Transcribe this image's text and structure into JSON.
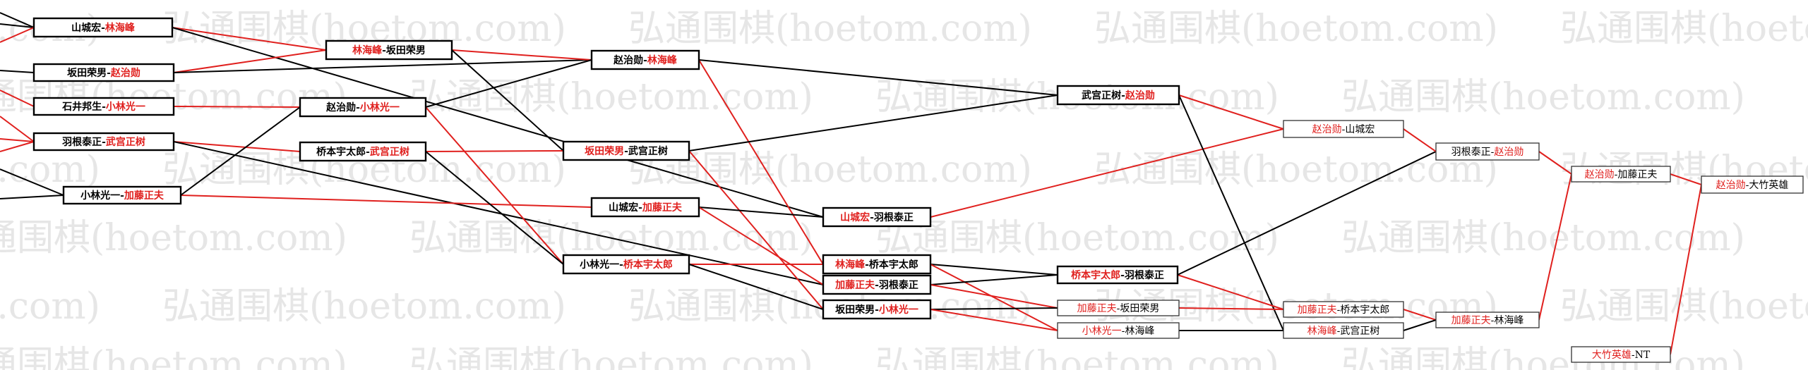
{
  "watermark": {
    "text": "弘通围棋(hoetom.com)",
    "color": "#e6e6e6"
  },
  "colors": {
    "winner": "#e0201e",
    "loser": "#000000",
    "win_line": "#e0201e",
    "lose_line": "#000000"
  },
  "matches": [
    {
      "id": "r1a",
      "p1": "山城宏",
      "p2": "林海峰",
      "winner": 2,
      "style": "bold"
    },
    {
      "id": "r1b",
      "p1": "坂田荣男",
      "p2": "赵治勋",
      "winner": 2,
      "style": "bold"
    },
    {
      "id": "r1c",
      "p1": "石井邦生",
      "p2": "小林光一",
      "winner": 2,
      "style": "bold"
    },
    {
      "id": "r1d",
      "p1": "羽根泰正",
      "p2": "武宫正树",
      "winner": 2,
      "style": "bold"
    },
    {
      "id": "r1e",
      "p1": "小林光一",
      "p2": "加藤正夫",
      "winner": 2,
      "style": "bold"
    },
    {
      "id": "r2a",
      "p1": "林海峰",
      "p2": "坂田荣男",
      "winner": 1,
      "style": "bold"
    },
    {
      "id": "r2b",
      "p1": "赵治勋",
      "p2": "小林光一",
      "winner": 2,
      "style": "bold"
    },
    {
      "id": "r2c",
      "p1": "桥本宇太郎",
      "p2": "武宫正树",
      "winner": 2,
      "style": "bold"
    },
    {
      "id": "r3a",
      "p1": "赵治勋",
      "p2": "林海峰",
      "winner": 2,
      "style": "bold"
    },
    {
      "id": "r3b",
      "p1": "坂田荣男",
      "p2": "武宫正树",
      "winner": 1,
      "style": "bold"
    },
    {
      "id": "r3c",
      "p1": "山城宏",
      "p2": "加藤正夫",
      "winner": 2,
      "style": "bold"
    },
    {
      "id": "r3d",
      "p1": "小林光一",
      "p2": "桥本宇太郎",
      "winner": 2,
      "style": "bold"
    },
    {
      "id": "r4a",
      "p1": "山城宏",
      "p2": "羽根泰正",
      "winner": 1,
      "style": "bold"
    },
    {
      "id": "r4b",
      "p1": "林海峰",
      "p2": "桥本宇太郎",
      "winner": 1,
      "style": "bold"
    },
    {
      "id": "r4c",
      "p1": "加藤正夫",
      "p2": "羽根泰正",
      "winner": 1,
      "style": "bold"
    },
    {
      "id": "r4d",
      "p1": "坂田荣男",
      "p2": "小林光一",
      "winner": 2,
      "style": "bold"
    },
    {
      "id": "r5a",
      "p1": "武宫正树",
      "p2": "赵治勋",
      "winner": 2,
      "style": "bold"
    },
    {
      "id": "r5b",
      "p1": "桥本宇太郎",
      "p2": "羽根泰正",
      "winner": 1,
      "style": "bold"
    },
    {
      "id": "r5c",
      "p1": "加藤正夫",
      "p2": "坂田荣男",
      "winner": 1,
      "style": "thin"
    },
    {
      "id": "r5d",
      "p1": "小林光一",
      "p2": "林海峰",
      "winner": 1,
      "style": "thin"
    },
    {
      "id": "r6a",
      "p1": "赵治勋",
      "p2": "山城宏",
      "winner": 1,
      "style": "thin"
    },
    {
      "id": "r6b",
      "p1": "加藤正夫",
      "p2": "桥本宇太郎",
      "winner": 1,
      "style": "thin"
    },
    {
      "id": "r6c",
      "p1": "林海峰",
      "p2": "武宫正树",
      "winner": 1,
      "style": "thin"
    },
    {
      "id": "r7a",
      "p1": "羽根泰正",
      "p2": "赵治勋",
      "winner": 2,
      "style": "thin"
    },
    {
      "id": "r7b",
      "p1": "加藤正夫",
      "p2": "林海峰",
      "winner": 1,
      "style": "thin"
    },
    {
      "id": "r8a",
      "p1": "赵治勋",
      "p2": "加藤正夫",
      "winner": 1,
      "style": "thin"
    },
    {
      "id": "r9a",
      "p1": "赵治勋",
      "p2": "大竹英雄",
      "winner": 1,
      "style": "thin"
    },
    {
      "id": "r9b",
      "p1": "大竹英雄",
      "p2": "NT",
      "winner": 1,
      "style": "thin"
    }
  ]
}
